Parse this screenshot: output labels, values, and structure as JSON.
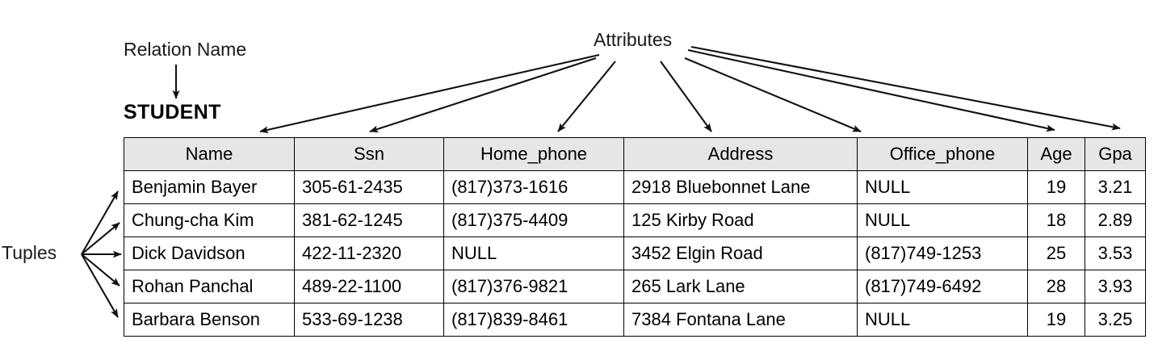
{
  "annotations": {
    "relation_name_label": "Relation Name",
    "attributes_label": "Attributes",
    "tuples_label": "Tuples"
  },
  "relation": {
    "title": "STUDENT",
    "columns": [
      "Name",
      "Ssn",
      "Home_phone",
      "Address",
      "Office_phone",
      "Age",
      "Gpa"
    ],
    "rows": [
      {
        "name": "Benjamin Bayer",
        "ssn": "305-61-2435",
        "home_phone": "(817)373-1616",
        "address": "2918 Bluebonnet Lane",
        "office_phone": "NULL",
        "age": "19",
        "gpa": "3.21"
      },
      {
        "name": "Chung-cha Kim",
        "ssn": "381-62-1245",
        "home_phone": "(817)375-4409",
        "address": "125 Kirby Road",
        "office_phone": "NULL",
        "age": "18",
        "gpa": "2.89"
      },
      {
        "name": "Dick Davidson",
        "ssn": "422-11-2320",
        "home_phone": "NULL",
        "address": "3452 Elgin Road",
        "office_phone": "(817)749-1253",
        "age": "25",
        "gpa": "3.53"
      },
      {
        "name": "Rohan Panchal",
        "ssn": "489-22-1100",
        "home_phone": "(817)376-9821",
        "address": "265 Lark Lane",
        "office_phone": "(817)749-6492",
        "age": "28",
        "gpa": "3.93"
      },
      {
        "name": "Barbara Benson",
        "ssn": "533-69-1238",
        "home_phone": "(817)839-8461",
        "address": "7384 Fontana Lane",
        "office_phone": "NULL",
        "age": "19",
        "gpa": "3.25"
      }
    ]
  },
  "colors": {
    "header_background": "#e6e6e6",
    "cell_background": "#ffffff",
    "border": "#000000",
    "text": "#000000"
  }
}
